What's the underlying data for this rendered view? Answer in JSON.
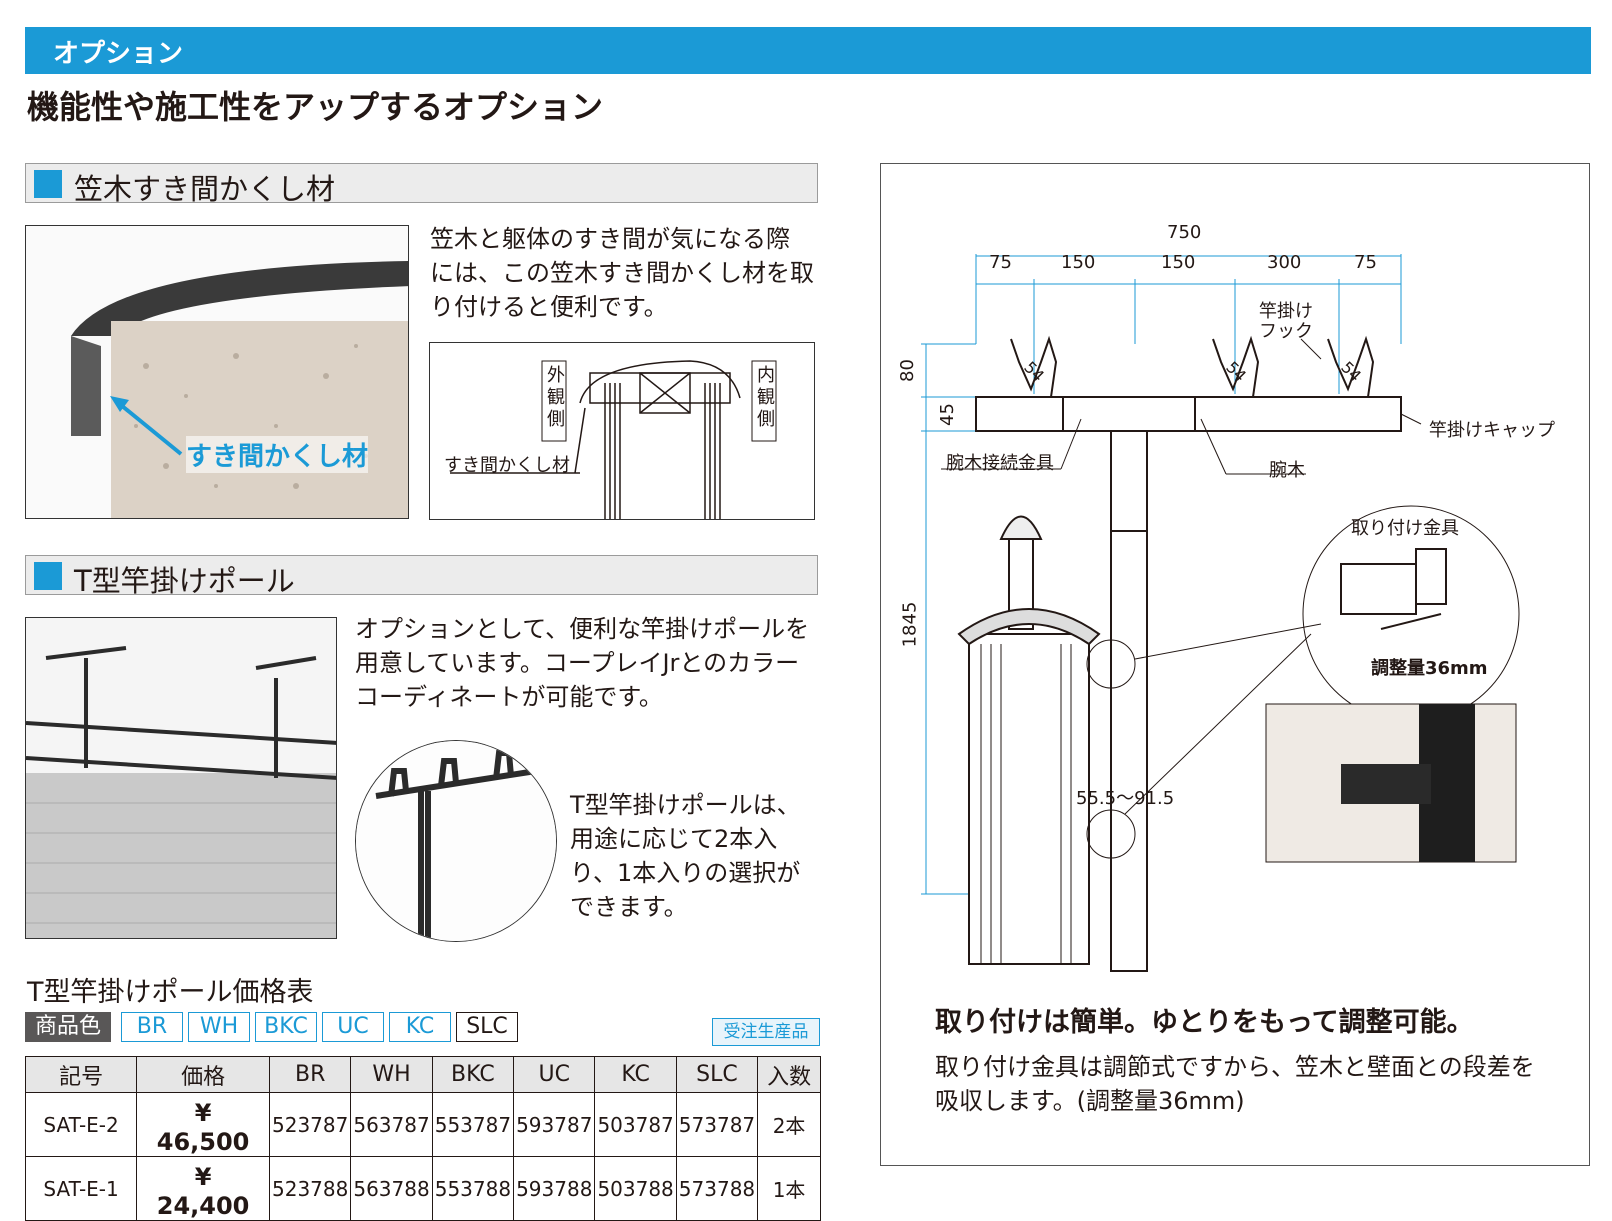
{
  "header": {
    "label": "オプション"
  },
  "main_title": "機能性や施工性をアップするオプション",
  "section1": {
    "title": "笠木すき間かくし材",
    "description_lines": [
      "笠木と躯体のすき間が気になる際",
      "には、この笠木すき間かくし材を取",
      "り付けると便利です。"
    ],
    "photo_label": "すき間かくし材",
    "diagram": {
      "outer_side": "外観側",
      "inner_side": "内観側",
      "part_label": "すき間かくし材"
    }
  },
  "section2": {
    "title": "T型竿掛けポール",
    "description_lines": [
      "オプションとして、便利な竿掛けポールを",
      "用意しています。コープレイJrとのカラー",
      "コーディネートが可能です。"
    ],
    "detail_lines": [
      "T型竿掛けポールは、",
      "用途に応じて2本入",
      "り、1本入りの選択が",
      "できます。"
    ]
  },
  "price_table": {
    "title": "T型竿掛けポール価格表",
    "color_label": "商品色",
    "colors": [
      "BR",
      "WH",
      "BKC",
      "UC",
      "KC",
      "SLC"
    ],
    "order_badge": "受注生産品",
    "headers": [
      "記号",
      "価格",
      "BR",
      "WH",
      "BKC",
      "UC",
      "KC",
      "SLC",
      "入数"
    ],
    "rows": [
      {
        "code": "SAT-E-2",
        "price": "¥　46,500",
        "br": "523787",
        "wh": "563787",
        "bkc": "553787",
        "uc": "593787",
        "kc": "503787",
        "slc": "573787",
        "qty": "2本"
      },
      {
        "code": "SAT-E-1",
        "price": "¥　24,400",
        "br": "523788",
        "wh": "563788",
        "bkc": "553788",
        "uc": "593788",
        "kc": "503788",
        "slc": "573788",
        "qty": "1本"
      }
    ]
  },
  "diagram": {
    "dim_total": "750",
    "dims": [
      "75",
      "150",
      "150",
      "300",
      "75"
    ],
    "dim_80": "80",
    "dim_45": "45",
    "dim_1845": "1845",
    "dim_angle": "54",
    "hook_label_lines": [
      "竿掛け",
      "フック"
    ],
    "cap_label": "竿掛けキャップ",
    "joint_label": "腕木接続金具",
    "arm_label": "腕木",
    "bracket_label": "取り付け金具",
    "adjust_label": "調整量36mm",
    "range_label": "55.5～91.5",
    "title": "取り付けは簡単。ゆとりをもって調整可能。",
    "body_lines": [
      "取り付け金具は調節式ですから、笠木と壁面との段差を",
      "吸収します。(調整量36mm)"
    ]
  },
  "colors": {
    "accent": "#1b9ad6",
    "section_bg": "#ececec",
    "dim_line": "#1b9ad6"
  }
}
